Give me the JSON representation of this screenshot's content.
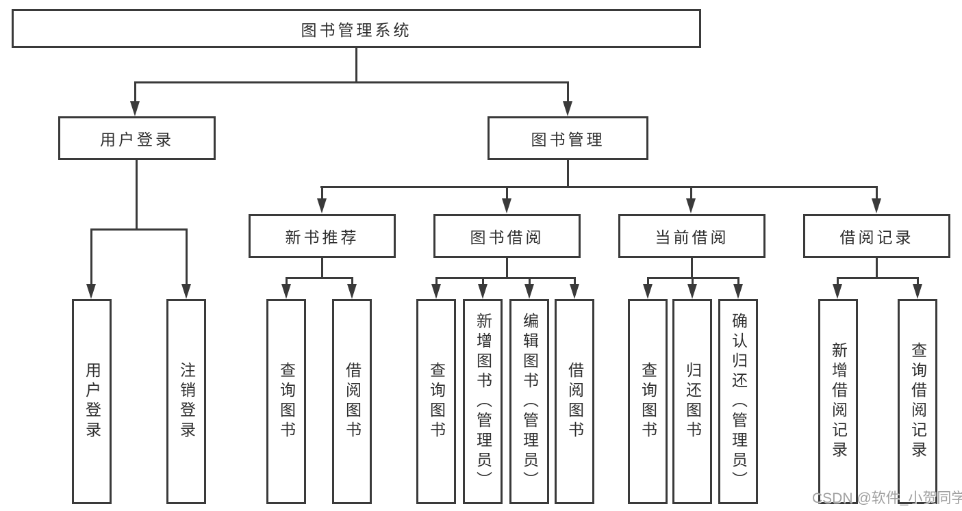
{
  "tree": {
    "root": {
      "label": "图书管理系统"
    },
    "level2": [
      {
        "label": "用户登录"
      },
      {
        "label": "图书管理"
      }
    ],
    "level3": [
      {
        "label": "新书推荐",
        "parent": "图书管理"
      },
      {
        "label": "图书借阅",
        "parent": "图书管理"
      },
      {
        "label": "当前借阅",
        "parent": "图书管理"
      },
      {
        "label": "借阅记录",
        "parent": "图书管理"
      }
    ],
    "leaves": [
      {
        "label": "用户登录",
        "parent": "用户登录"
      },
      {
        "label": "注销登录",
        "parent": "用户登录"
      },
      {
        "label": "查询图书",
        "parent": "新书推荐"
      },
      {
        "label": "借阅图书",
        "parent": "新书推荐"
      },
      {
        "label": "查询图书",
        "parent": "图书借阅"
      },
      {
        "label": "新增图书（管理员）",
        "parent": "图书借阅"
      },
      {
        "label": "编辑图书（管理员）",
        "parent": "图书借阅"
      },
      {
        "label": "借阅图书",
        "parent": "图书借阅"
      },
      {
        "label": "查询图书",
        "parent": "当前借阅"
      },
      {
        "label": "归还图书",
        "parent": "当前借阅"
      },
      {
        "label": "确认归还（管理员）",
        "parent": "当前借阅"
      },
      {
        "label": "新增借阅记录",
        "parent": "借阅记录"
      },
      {
        "label": "查询借阅记录",
        "parent": "借阅记录"
      }
    ]
  },
  "watermark": {
    "text": "CSDN @软件_小贺同学"
  },
  "colors": {
    "line": "#3a3a3a",
    "box_border": "#3a3a3a",
    "box_fill": "#ffffff",
    "text": "#2e2e2e",
    "background": "#ffffff",
    "watermark": "#a0a0a0"
  }
}
